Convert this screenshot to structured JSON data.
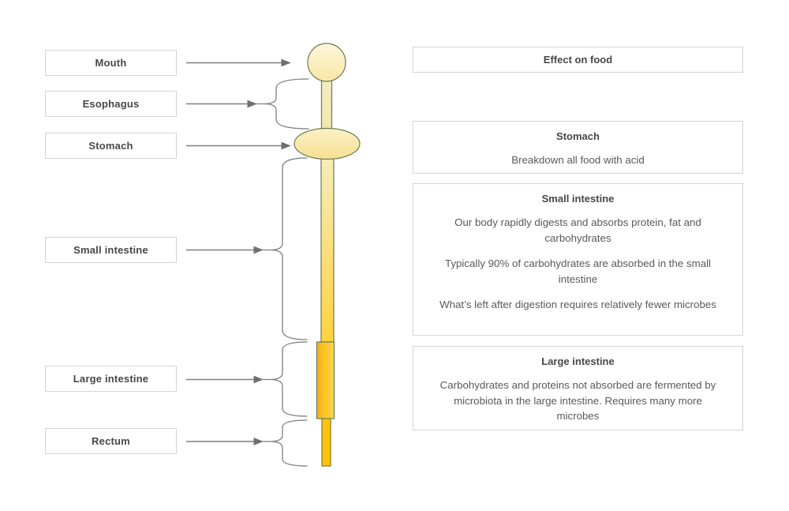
{
  "left_labels": [
    {
      "label": "Mouth"
    },
    {
      "label": "Esophagus"
    },
    {
      "label": "Stomach"
    },
    {
      "label": "Small intestine"
    },
    {
      "label": "Large intestine"
    },
    {
      "label": "Rectum"
    }
  ],
  "right_panel": {
    "header": "Effect on food",
    "boxes": [
      {
        "title": "Stomach",
        "paragraphs": [
          "Breakdown all food with acid"
        ]
      },
      {
        "title": "Small intestine",
        "paragraphs": [
          "Our body rapidly digests and absorbs protein, fat and carbohydrates",
          "Typically 90% of carbohydrates are absorbed in the small intestine",
          "What’s left after digestion requires relatively fewer microbes"
        ]
      },
      {
        "title": "Large intestine",
        "paragraphs": [
          "Carbohydrates and proteins not absorbed are fermented by microbiota in the large intestine.  Requires many more microbes"
        ]
      }
    ]
  },
  "diagram": {
    "parts": [
      "mouth",
      "esophagus",
      "stomach",
      "small-intestine",
      "large-intestine",
      "rectum"
    ],
    "colors": {
      "connector_gray": "#7f7f7f",
      "organ_stroke_olive": "#6c7a55",
      "rectum_stroke": "#827a26",
      "mouth_fill_light": "#fdf6dc",
      "mouth_fill_dark": "#f8e8a8",
      "esophagus_fill": "#f3eabe",
      "stomach_fill_light": "#faefc0",
      "stomach_fill_dark": "#f7e093",
      "small_intestine_top": "#f6ecbb",
      "small_intestine_bottom": "#ffd23f",
      "large_intestine_left": "#f2b216",
      "large_intestine_right": "#ffd557",
      "rectum_fill": "#ffc30d",
      "box_border": "#d4d4d4",
      "title_text": "#474747",
      "body_text": "#595959"
    }
  }
}
